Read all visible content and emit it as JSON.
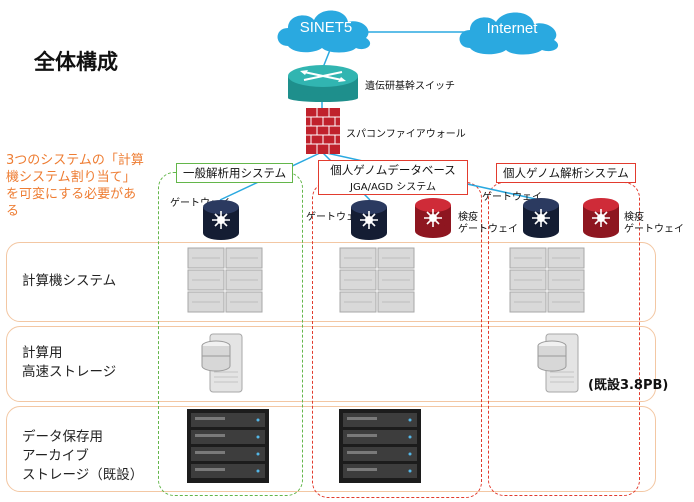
{
  "diagram": {
    "title": "全体構成",
    "clouds": {
      "sinet": "SINET5",
      "internet": "Internet"
    },
    "core_switch_label": "遺伝研基幹スイッチ",
    "firewall_label": "スパコンファイアウォール",
    "note": "3つのシステムの「計算機システム割り当て」を可変にする必要がある",
    "systems": [
      {
        "title": "一般解析用システム",
        "gateway": "ゲートウェイ"
      },
      {
        "title": "個人ゲノムデータベース",
        "subtitle": "JGA/AGD システム",
        "gateway": "ゲートウェイ",
        "secure_gateway": "検疫\nゲートウェイ"
      },
      {
        "title": "個人ゲノム解析システム",
        "gateway": "ゲートウェイ",
        "secure_gateway": "検疫\nゲートウェイ"
      }
    ],
    "rows": {
      "compute": "計算機システム",
      "hpc_storage": "計算用\n高速ストレージ",
      "archive": "データ保存用\nアーカイブ\nストレージ（既設）"
    },
    "existing_storage_label": "(既設3.8PB)",
    "colors": {
      "cloud": "#2aa9e0",
      "row_border": "#f3c7a3",
      "system1_border": "#63b64a",
      "system_border": "#e23b2e",
      "note_text": "#ee7d33",
      "gateway_navy": "#1e2b4a",
      "gateway_red": "#b7202c",
      "switch_teal": "#31b5b1"
    }
  }
}
